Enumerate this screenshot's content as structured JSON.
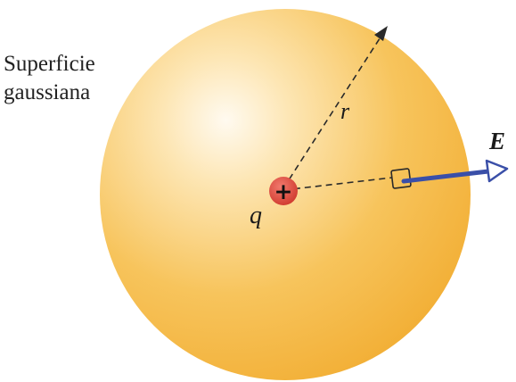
{
  "surface_label": {
    "line1": "Superficie",
    "line2": "gaussiana"
  },
  "charge": {
    "symbol": "q",
    "sign": "+",
    "color": "#d9463a"
  },
  "radius": {
    "symbol": "r"
  },
  "field": {
    "symbol": "E",
    "color": "#3a4fa8"
  },
  "sphere": {
    "center_color": "#fffaf0",
    "edge_color": "#f2ae34"
  }
}
